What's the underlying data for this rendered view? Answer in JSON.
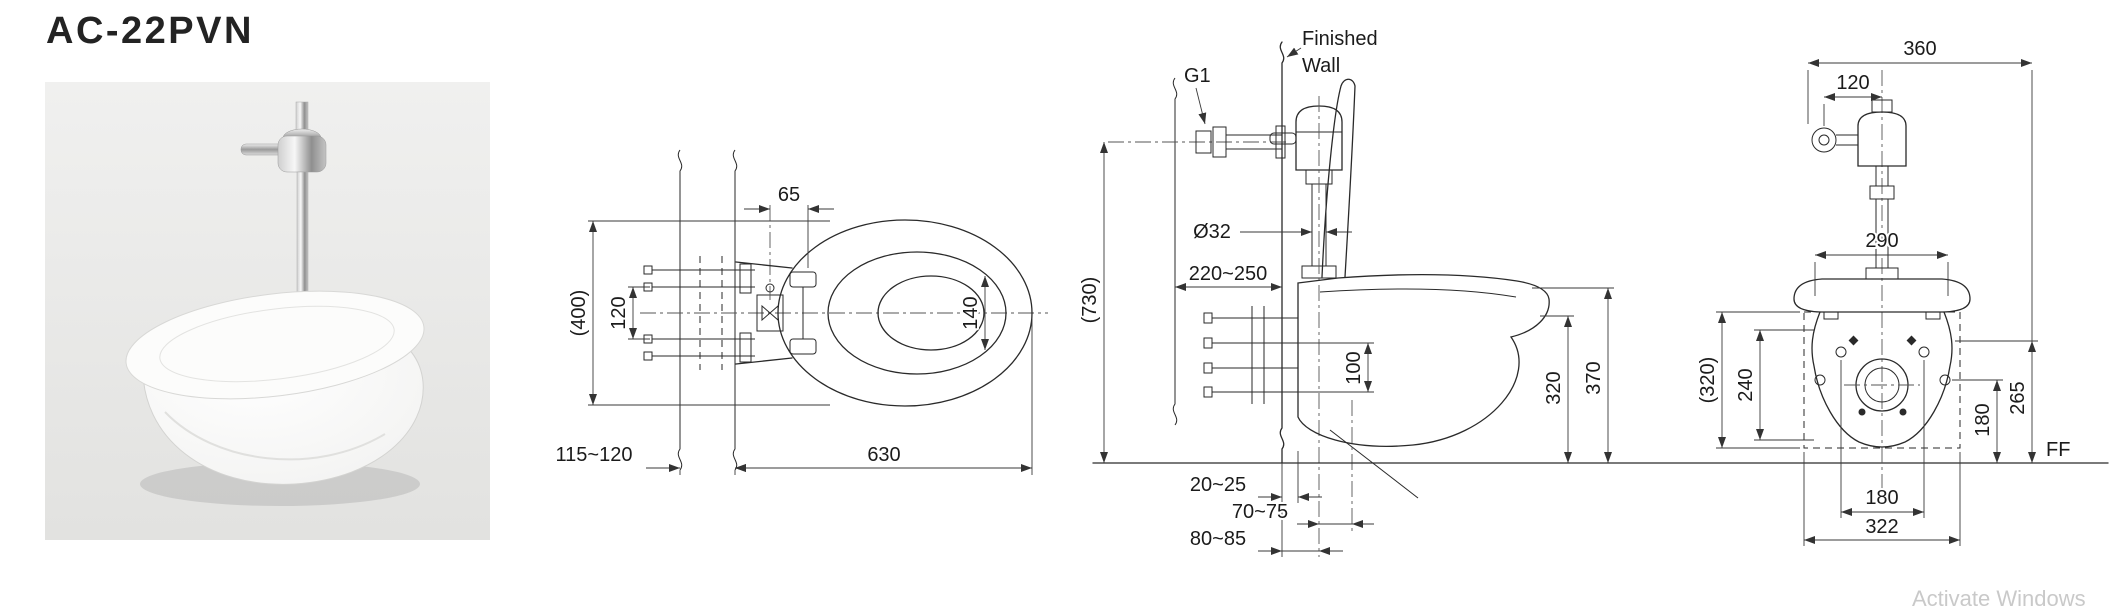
{
  "title": "AC-22PVN",
  "watermark": "Activate Windows",
  "colors": {
    "line": "#2a2a2a",
    "dim_line": "#3a3a3a",
    "text": "#1b1b1b",
    "photo_background": "#ececec",
    "paper": "#ffffff"
  },
  "top_view": {
    "d65": "65",
    "d400": "(400)",
    "d120": "120",
    "d140": "140",
    "d115_120": "115~120",
    "d630": "630"
  },
  "side_view": {
    "finished": "Finished",
    "wall": "Wall",
    "g1": "G1",
    "dia32": "Ø32",
    "d730": "(730)",
    "d220_250": "220~250",
    "d100": "100",
    "d320": "320",
    "d370": "370",
    "d20_25": "20~25",
    "d70_75": "70~75",
    "d80_85": "80~85"
  },
  "front_view": {
    "d360": "360",
    "d120": "120",
    "d290": "290",
    "d320p": "(320)",
    "d240": "240",
    "d180r": "180",
    "d265": "265",
    "ff": "FF",
    "d180b": "180",
    "d322": "322"
  }
}
